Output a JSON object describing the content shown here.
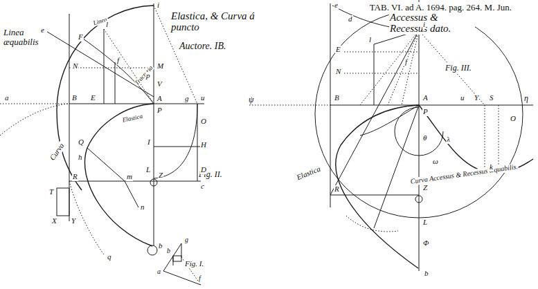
{
  "diagram": {
    "title": "TAB. VI. ad A. 1694. pag. 264. M. Jun.",
    "labels": [
      "Linea æquabilis",
      "Elastica, & Curva á puncto",
      "Auctore. IB.",
      "Accessus & Recessus dato.",
      "Fig. II.",
      "Fig. III.",
      "Fig. I.",
      "Curva Accessus & Recessus æquabilis.",
      "Elastica",
      "Elastica",
      "Curva",
      "Linea",
      "Tractoria",
      "i",
      "l",
      "F",
      "N",
      "M",
      "f",
      "p",
      "V",
      "A",
      "B",
      "E",
      "g",
      "u",
      "P",
      "O",
      "Q",
      "h",
      "I",
      "H",
      "L",
      "D",
      "R",
      "Z",
      "c",
      "T",
      "X",
      "Y",
      "m",
      "n",
      "b",
      "q",
      "e",
      "a",
      "e",
      "d",
      "i",
      "l",
      "E",
      "N",
      "f",
      "ψ",
      "B",
      "A",
      "u",
      "Y",
      "S",
      "η",
      "P",
      "O",
      "λ",
      "θ",
      "ω",
      "k",
      "R",
      "Z",
      "L",
      "Φ",
      "b",
      "a",
      "b",
      "f",
      "g"
    ]
  }
}
